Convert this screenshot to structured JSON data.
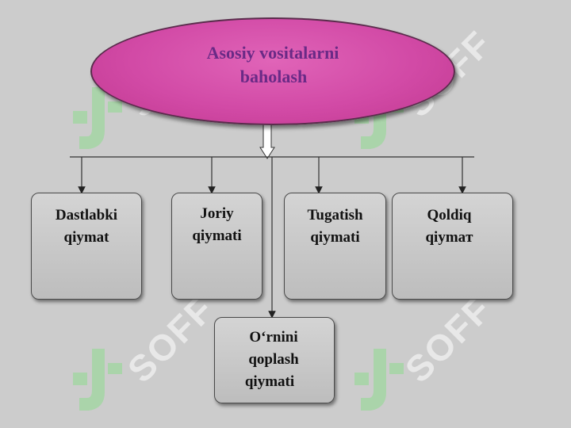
{
  "title": {
    "line1": "Asosiy vositalarni",
    "line2": "baholash"
  },
  "watermark_text": "SOFF",
  "boxes": [
    {
      "line1": "Dastlabki",
      "line2": "qiymat"
    },
    {
      "line1": "Joriy",
      "line2": "qiymati"
    },
    {
      "line1": "Tugatish",
      "line2": "qiymati"
    },
    {
      "line1": "Qoldiq",
      "line2": "qiymaт"
    },
    {
      "line1": "O‘rnini",
      "line2": "qoplash",
      "line3": "qiymati"
    }
  ],
  "colors": {
    "ellipse_fill": "#d24aa6",
    "title_text": "#6a2a86",
    "box_fill": "#c8c8c8",
    "background": "#cccccc",
    "watermark": "#ffffff"
  }
}
